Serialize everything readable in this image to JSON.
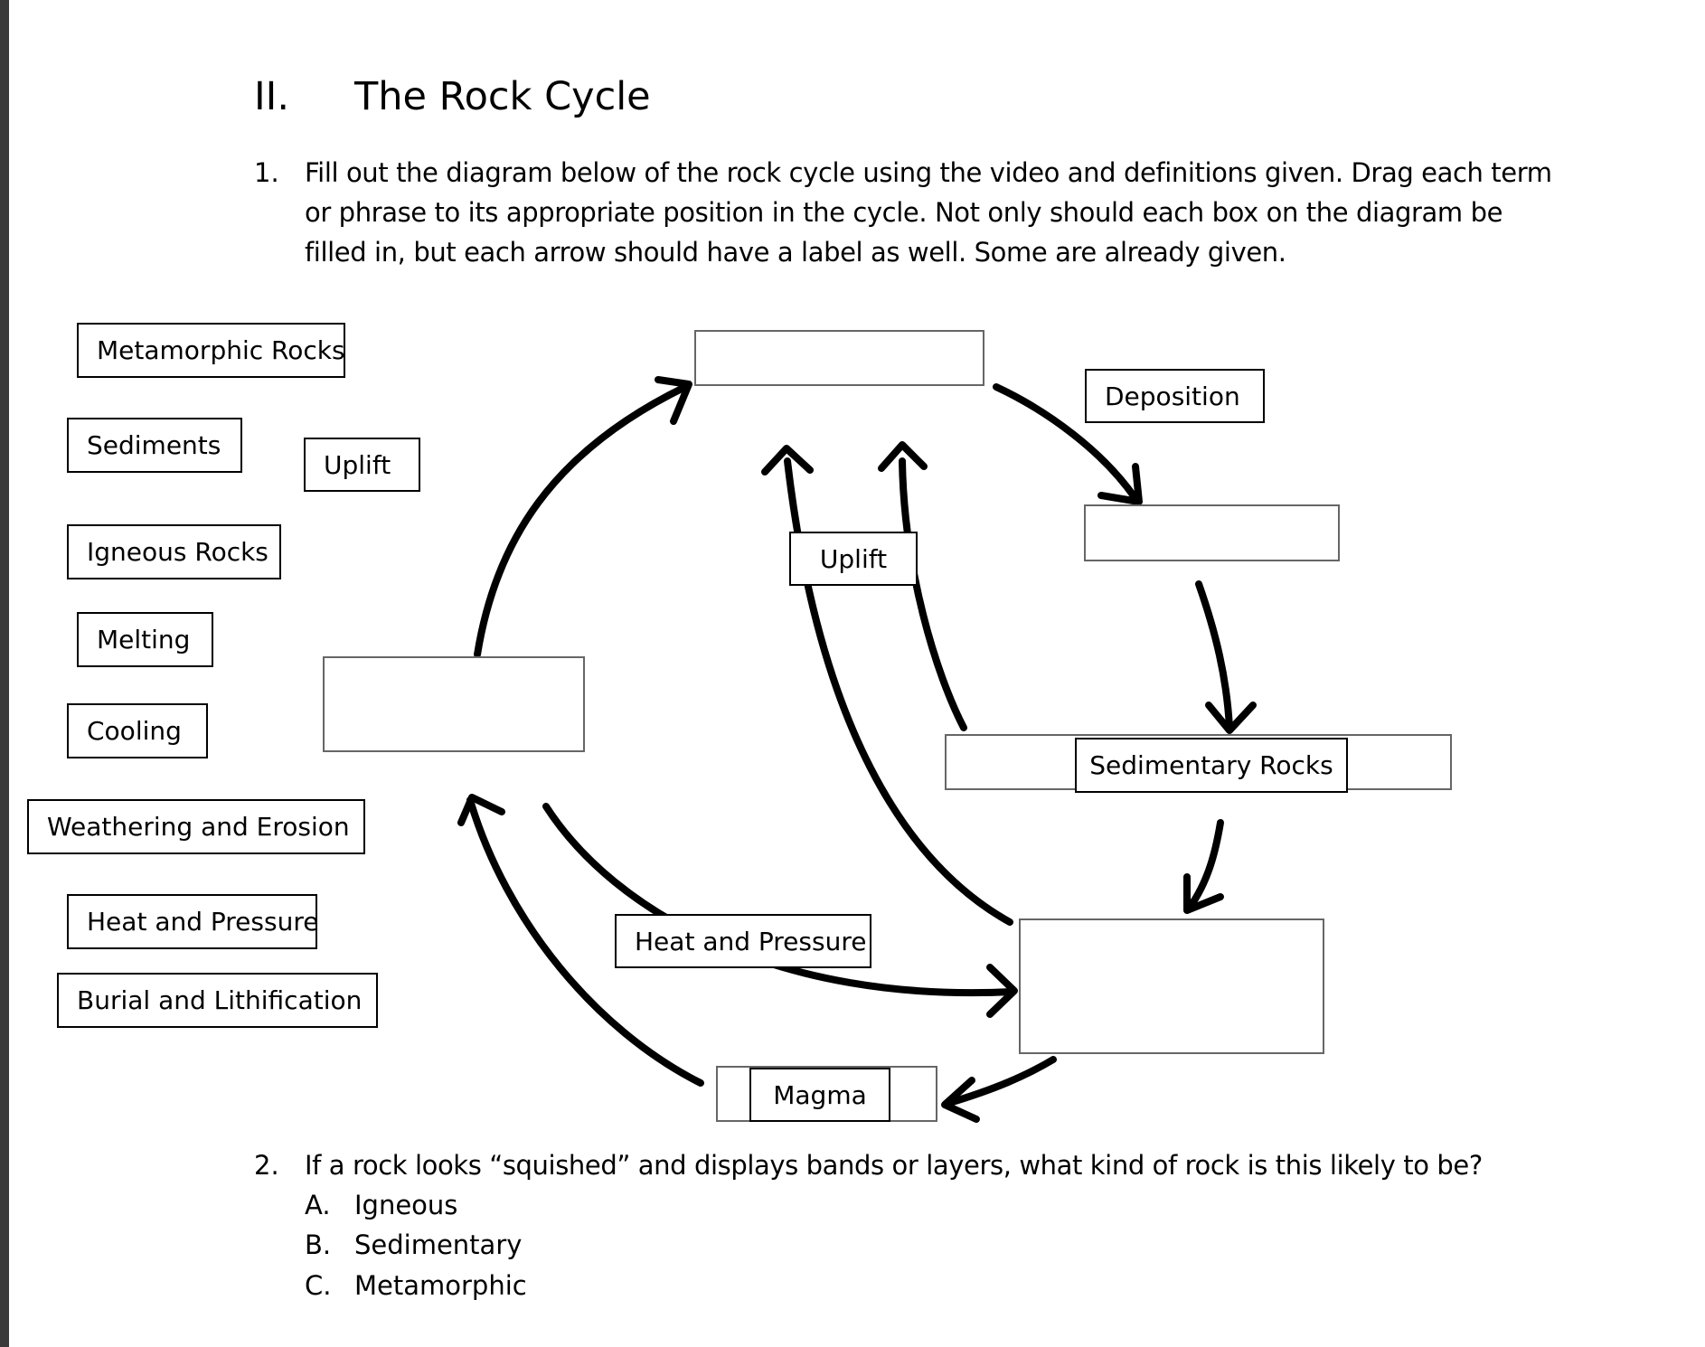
{
  "section": {
    "number": "II.",
    "title": "The Rock Cycle"
  },
  "question1": {
    "number": "1.",
    "lines": [
      "Fill out the diagram below of the rock cycle using the video and definitions given. Drag each term",
      "or phrase to its appropriate position in the cycle. Not only should each box on the diagram be",
      "filled in, but each arrow should have a label as well. Some are already given."
    ]
  },
  "term_bank": [
    "Metamorphic Rocks",
    "Sediments",
    "Uplift",
    "Igneous Rocks",
    "Melting",
    "Cooling",
    "Weathering and Erosion",
    "Heat and Pressure",
    "Burial and Lithification"
  ],
  "diagram": {
    "given_labels": {
      "deposition": "Deposition",
      "uplift": "Uplift",
      "sedimentary_rocks": "Sedimentary Rocks",
      "heat_and_pressure": "Heat and Pressure",
      "magma": "Magma"
    }
  },
  "question2": {
    "number": "2.",
    "text": "If a rock looks “squished” and displays bands or layers, what kind of rock is this likely to be?",
    "choices": [
      {
        "letter": "A.",
        "text": "Igneous"
      },
      {
        "letter": "B.",
        "text": "Sedimentary"
      },
      {
        "letter": "C.",
        "text": "Metamorphic"
      }
    ]
  }
}
